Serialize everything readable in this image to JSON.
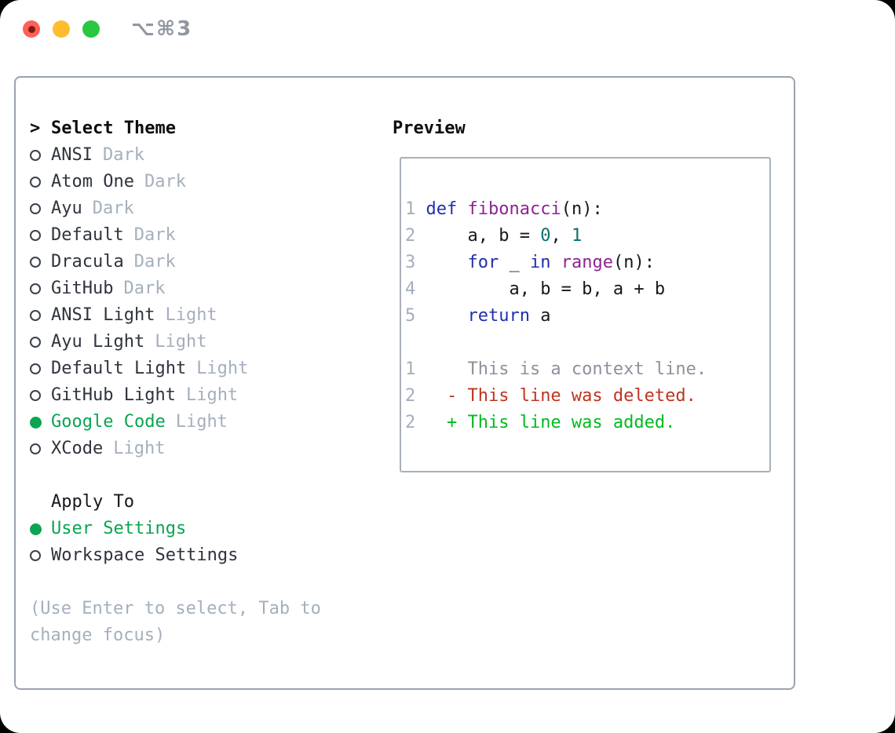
{
  "window": {
    "title": "⌥⌘3",
    "controls": [
      {
        "name": "close",
        "color": "#ff5f57"
      },
      {
        "name": "minimize",
        "color": "#febc2e"
      },
      {
        "name": "zoom",
        "color": "#28c840"
      }
    ]
  },
  "theme_selector": {
    "marker": ">",
    "header": "Select Theme",
    "items": [
      {
        "name": "ANSI",
        "variant": "Dark",
        "selected": false
      },
      {
        "name": "Atom One",
        "variant": "Dark",
        "selected": false
      },
      {
        "name": "Ayu",
        "variant": "Dark",
        "selected": false
      },
      {
        "name": "Default",
        "variant": "Dark",
        "selected": false
      },
      {
        "name": "Dracula",
        "variant": "Dark",
        "selected": false
      },
      {
        "name": "GitHub",
        "variant": "Dark",
        "selected": false
      },
      {
        "name": "ANSI Light",
        "variant": "Light",
        "selected": false
      },
      {
        "name": "Ayu Light",
        "variant": "Light",
        "selected": false
      },
      {
        "name": "Default Light",
        "variant": "Light",
        "selected": false
      },
      {
        "name": "GitHub Light",
        "variant": "Light",
        "selected": false
      },
      {
        "name": "Google Code",
        "variant": "Light",
        "selected": true
      },
      {
        "name": "XCode",
        "variant": "Light",
        "selected": false
      }
    ]
  },
  "apply_to": {
    "header": "Apply To",
    "options": [
      {
        "label": "User Settings",
        "selected": true
      },
      {
        "label": "Workspace Settings",
        "selected": false
      }
    ]
  },
  "help_text": "(Use Enter to select, Tab to change focus)",
  "preview": {
    "header": "Preview",
    "code_lines": [
      {
        "num": "1",
        "tokens": [
          {
            "t": "kwd",
            "s": "def"
          },
          {
            "t": "pln",
            "s": " "
          },
          {
            "t": "fn",
            "s": "fibonacci"
          },
          {
            "t": "pln",
            "s": "(n):"
          }
        ]
      },
      {
        "num": "2",
        "tokens": [
          {
            "t": "pln",
            "s": "    a, b = "
          },
          {
            "t": "lit",
            "s": "0"
          },
          {
            "t": "pln",
            "s": ", "
          },
          {
            "t": "lit",
            "s": "1"
          }
        ]
      },
      {
        "num": "3",
        "tokens": [
          {
            "t": "pln",
            "s": "    "
          },
          {
            "t": "kwd",
            "s": "for"
          },
          {
            "t": "pln",
            "s": " _ "
          },
          {
            "t": "kwd",
            "s": "in"
          },
          {
            "t": "pln",
            "s": " "
          },
          {
            "t": "fn",
            "s": "range"
          },
          {
            "t": "pln",
            "s": "(n):"
          }
        ]
      },
      {
        "num": "4",
        "tokens": [
          {
            "t": "pln",
            "s": "        a, b = b, a + b"
          }
        ]
      },
      {
        "num": "5",
        "tokens": [
          {
            "t": "pln",
            "s": "    "
          },
          {
            "t": "kwd",
            "s": "return"
          },
          {
            "t": "pln",
            "s": " a"
          }
        ]
      }
    ],
    "diff_lines": [
      {
        "num": "1",
        "kind": "context",
        "marker": "",
        "text": "This is a context line."
      },
      {
        "num": "2",
        "kind": "deleted",
        "marker": "-",
        "text": "This line was deleted."
      },
      {
        "num": "2",
        "kind": "added",
        "marker": "+",
        "text": "This line was added."
      }
    ]
  },
  "colors": {
    "selection_green": "#0ba450",
    "added_green": "#00ba1f",
    "deleted_red": "#c0331f",
    "keyword_blue": "#1f2fae",
    "function_purple": "#8e2491",
    "literal_teal": "#0b6e6e",
    "context_gray": "#8b929c",
    "traffic_red": "#ff5f57",
    "traffic_yellow": "#febc2e",
    "traffic_green": "#28c840"
  }
}
